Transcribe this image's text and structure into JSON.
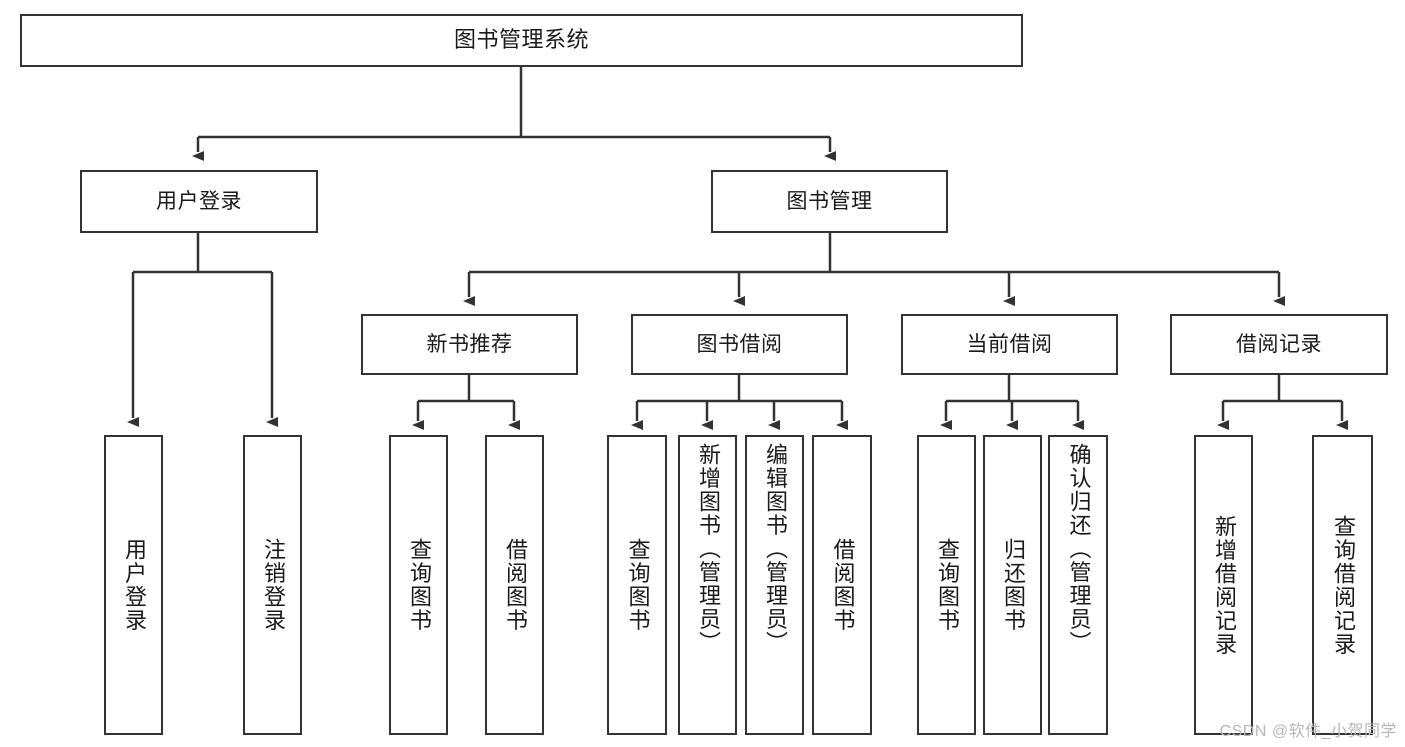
{
  "diagram": {
    "type": "tree",
    "title": "图书管理系统",
    "root": {
      "label": "图书管理系统"
    },
    "level2": [
      {
        "label": "用户登录"
      },
      {
        "label": "图书管理"
      }
    ],
    "level3": [
      {
        "label": "新书推荐"
      },
      {
        "label": "图书借阅"
      },
      {
        "label": "当前借阅"
      },
      {
        "label": "借阅记录"
      }
    ],
    "leaves": {
      "user_login": [
        {
          "label": "用户登录"
        },
        {
          "label": "注销登录"
        }
      ],
      "new_book_recommend": [
        {
          "label": "查询图书"
        },
        {
          "label": "借阅图书"
        }
      ],
      "book_borrow": [
        {
          "label": "查询图书"
        },
        {
          "label": "新增图书（管理员）"
        },
        {
          "label": "编辑图书（管理员）"
        },
        {
          "label": "借阅图书"
        }
      ],
      "current_borrow": [
        {
          "label": "查询图书"
        },
        {
          "label": "归还图书"
        },
        {
          "label": "确认归还（管理员）"
        }
      ],
      "borrow_record": [
        {
          "label": "新增借阅记录"
        },
        {
          "label": "查询借阅记录"
        }
      ]
    }
  },
  "watermark": {
    "text": "CSDN @软件_小贺同学"
  },
  "colors": {
    "border": "#333333",
    "background": "#ffffff",
    "text": "#1a1a1a",
    "watermark": "#b6b6b6"
  }
}
